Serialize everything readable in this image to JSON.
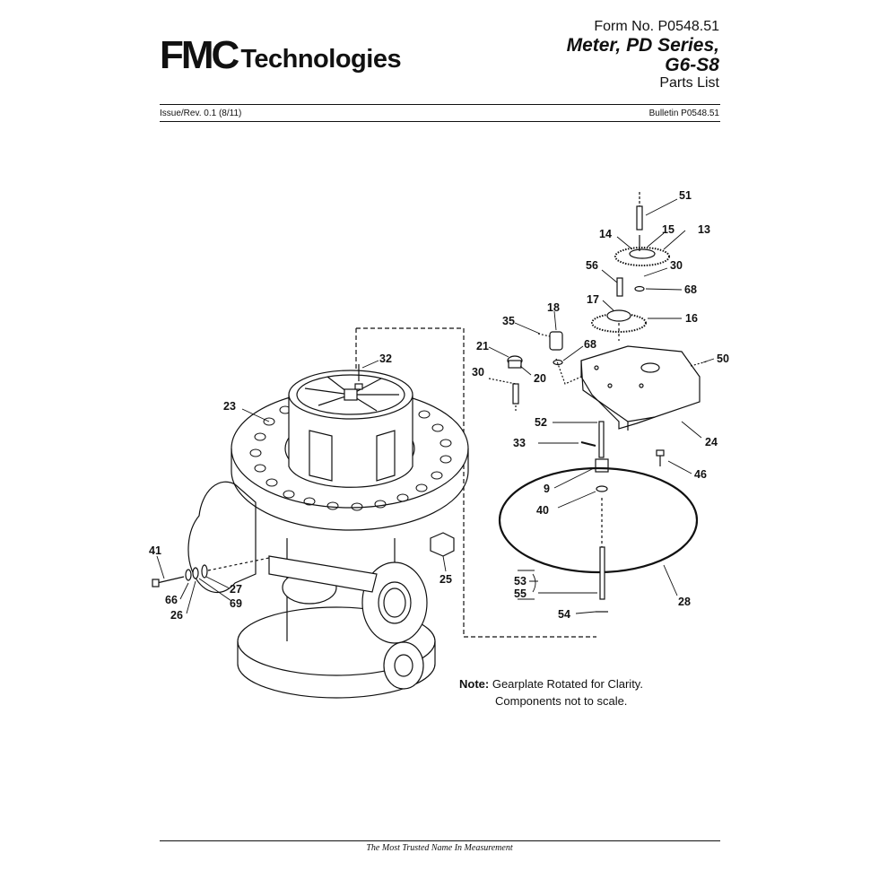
{
  "header": {
    "logo_mark": "FMC",
    "logo_text": "Technologies",
    "form_no": "Form No. P0548.51",
    "title_line1": "Meter, PD Series,",
    "title_line2": "G6-S8",
    "subtitle": "Parts List",
    "issue": "Issue/Rev. 0.1 (8/11)",
    "bulletin": "Bulletin P0548.51"
  },
  "note": {
    "label": "Note:",
    "line1": "Gearplate Rotated for Clarity.",
    "line2": "Components not to scale."
  },
  "callouts": {
    "c51": "51",
    "c15": "15",
    "c14": "14",
    "c13": "13",
    "c56": "56",
    "c30a": "30",
    "c68a": "68",
    "c17": "17",
    "c16": "16",
    "c18": "18",
    "c35": "35",
    "c68b": "68",
    "c21": "21",
    "c50": "50",
    "c20": "20",
    "c30b": "30",
    "c32": "32",
    "c23": "23",
    "c52": "52",
    "c24": "24",
    "c33": "33",
    "c46": "46",
    "c9": "9",
    "c40": "40",
    "c41": "41",
    "c25": "25",
    "c53": "53",
    "c55": "55",
    "c27": "27",
    "c66": "66",
    "c69": "69",
    "c26": "26",
    "c28": "28",
    "c54": "54"
  },
  "footer": "The Most Trusted Name In Measurement"
}
